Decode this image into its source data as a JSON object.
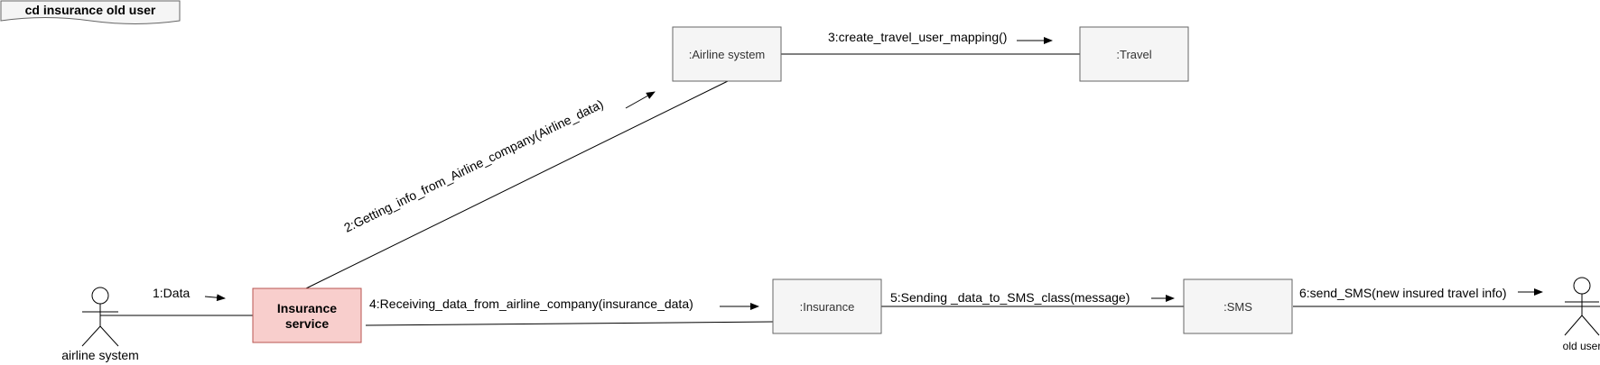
{
  "frame": {
    "title": "cd insurance old user"
  },
  "actors": {
    "airline_system": {
      "label": "airline system"
    },
    "old_user": {
      "label": "old user"
    }
  },
  "objects": {
    "airline_system": {
      "label": ":Airline system"
    },
    "travel": {
      "label": ":Travel"
    },
    "insurance_service": {
      "line1": "Insurance",
      "line2": "service",
      "fill": "#f8cecc",
      "stroke": "#b85450"
    },
    "insurance": {
      "label": ":Insurance"
    },
    "sms": {
      "label": ":SMS"
    }
  },
  "messages": {
    "m1": "1:Data",
    "m2": "2:Getting_info_from_Airline_company(Airline_data)",
    "m3": "3:create_travel_user_mapping()",
    "m4": "4:Receiving_data_from_airline_company(insurance_data)",
    "m5": "5:Sending _data_to_SMS_class(message)",
    "m6": "6:send_SMS(new insured travel info)"
  },
  "colors": {
    "box_fill": "#f5f5f5",
    "box_stroke": "#666666",
    "line": "#000000"
  }
}
